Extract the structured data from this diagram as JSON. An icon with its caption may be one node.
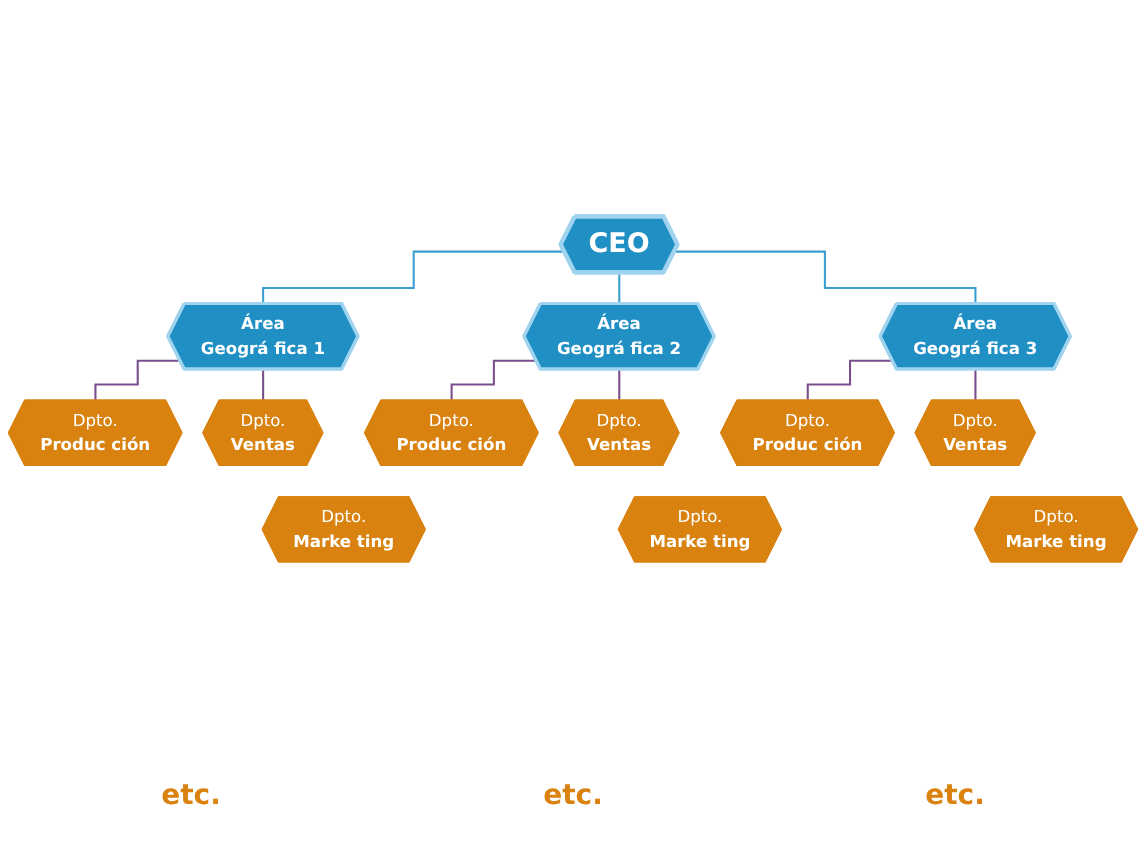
{
  "diagram": {
    "nodes": [
      {
        "text": [
          "CEO"
        ]
      },
      {
        "text": [
          "Área",
          "Geográ fica 1"
        ]
      },
      {
        "text": [
          "Área",
          "Geográ fica 2"
        ]
      },
      {
        "text": [
          "Área",
          "Geográ fica 3"
        ]
      },
      {
        "text": [
          "Dpto.",
          "Produc ción"
        ]
      },
      {
        "text": [
          "Dpto.",
          "Ventas"
        ]
      },
      {
        "text": [
          "Dpto.",
          "Produc ción"
        ]
      },
      {
        "text": [
          "Dpto.",
          "Ventas"
        ]
      },
      {
        "text": [
          "Dpto.",
          "Produc ción"
        ]
      },
      {
        "text": [
          "Dpto.",
          "Ventas"
        ]
      },
      {
        "text": [
          "Dpto.",
          "Marke ting"
        ]
      },
      {
        "text": [
          "Dpto.",
          "Marke ting"
        ]
      },
      {
        "text": [
          "Dpto.",
          "Marke ting"
        ]
      }
    ],
    "edges": [
      {
        "from": 0,
        "to": 1,
        "arrow": "none",
        "color": "#3a9fd0"
      },
      {
        "from": 0,
        "to": 2,
        "arrow": "none",
        "color": "#3a9fd0"
      },
      {
        "from": 0,
        "to": 3,
        "arrow": "none",
        "color": "#3a9fd0"
      },
      {
        "from": 1,
        "to": 4,
        "arrow": "none"
      },
      {
        "from": 1,
        "to": 5,
        "arrow": "none"
      },
      {
        "from": 2,
        "to": 6,
        "arrow": "none"
      },
      {
        "from": 2,
        "to": 7,
        "arrow": "none"
      },
      {
        "from": 3,
        "to": 8,
        "arrow": "none"
      },
      {
        "from": 3,
        "to": 9,
        "arrow": "none"
      }
    ],
    "labels": [
      "etc.",
      "etc.",
      "etc."
    ]
  }
}
